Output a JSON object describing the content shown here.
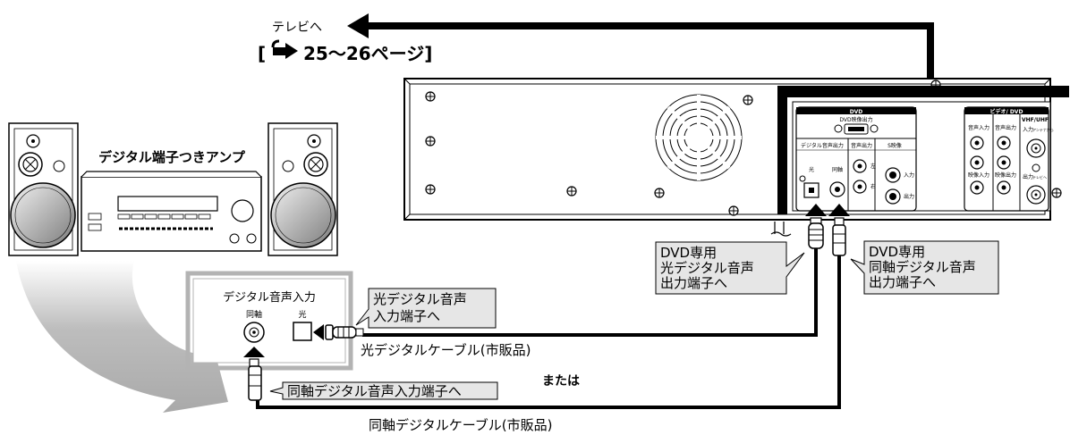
{
  "top": {
    "to_tv": "テレビへ",
    "ref_open": "[",
    "ref_pages": "25〜26ページ]"
  },
  "amp": {
    "title": "デジタル端子つきアンプ"
  },
  "amp_input_panel": {
    "title": "デジタル音声入力",
    "coax_label": "同軸",
    "optical_label": "光"
  },
  "dvd_panel": {
    "dvd_header": "DVD",
    "dvd_video_out": "DVD映像出力",
    "digital_audio_out": "デジタル音声出力",
    "optical": "光",
    "coaxial": "同軸",
    "audio_out": "音声出力",
    "s_video": "S映像",
    "left": "左",
    "right": "右",
    "input": "入力",
    "output": "出力",
    "video_dvd_header": "ビデオ/ DVD",
    "audio_in": "音声入力",
    "audio_out2": "音声出力",
    "video_in": "映像入力",
    "video_out": "映像出力",
    "vhf_uhf": "VHF/UHF",
    "antenna_in": "入力",
    "antenna_in_sub": "アンテナから",
    "tv_out": "出力",
    "tv_out_sub": "テレビへ"
  },
  "callouts": {
    "dvd_optical_line1": "DVD専用",
    "dvd_optical_line2": "光デジタル音声",
    "dvd_optical_line3": "出力端子へ",
    "dvd_coax_line1": "DVD専用",
    "dvd_coax_line2": "同軸デジタル音声",
    "dvd_coax_line3": "出力端子へ",
    "amp_optical_line1": "光デジタル音声",
    "amp_optical_line2": "入力端子へ",
    "amp_coax": "同軸デジタル音声入力端子へ"
  },
  "cables": {
    "optical_cable": "光デジタルケーブル(市販品)",
    "or": "または",
    "coax_cable": "同軸デジタルケーブル(市販品)"
  },
  "colors": {
    "line": "#000000",
    "callout_fill": "#e6e6e6",
    "panel_frame": "#b3b3b3",
    "swoosh": "#b5b5b5"
  }
}
